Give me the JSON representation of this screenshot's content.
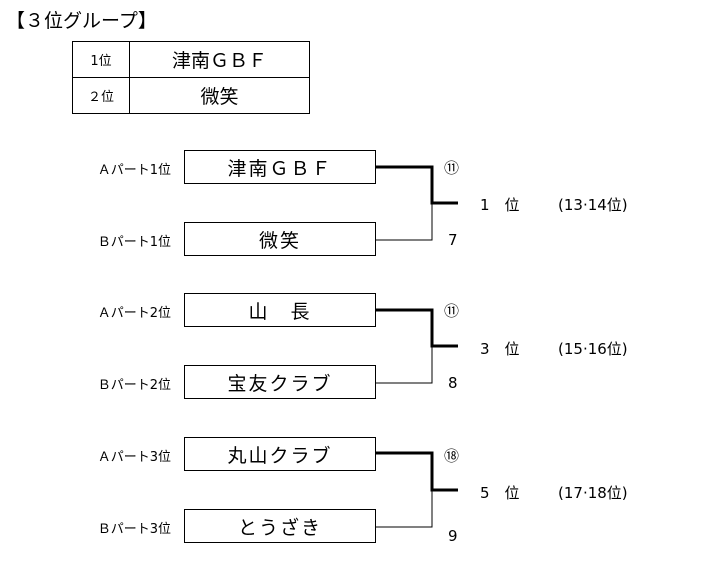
{
  "title": "【３位グループ】",
  "ranking": [
    {
      "position": "1位",
      "team": "津南ＧＢＦ"
    },
    {
      "position": "２位",
      "team": "微笑"
    }
  ],
  "matches": [
    {
      "top": {
        "part": "Ａパート1位",
        "team": "津南ＧＢＦ",
        "score": "⑪"
      },
      "bottom": {
        "part": "Ｂパート1位",
        "team": "微笑",
        "score": "7"
      },
      "result_rank": "1　位",
      "result_range": "(13·14位)"
    },
    {
      "top": {
        "part": "Ａパート2位",
        "team": "山　長",
        "score": "⑪"
      },
      "bottom": {
        "part": "Ｂパート2位",
        "team": "宝友クラブ",
        "score": "8"
      },
      "result_rank": "3　位",
      "result_range": "(15·16位)"
    },
    {
      "top": {
        "part": "Ａパート3位",
        "team": "丸山クラブ",
        "score": "⑱"
      },
      "bottom": {
        "part": "Ｂパート3位",
        "team": "とうざき",
        "score": "9"
      },
      "result_rank": "5　位",
      "result_range": "(17·18位)"
    }
  ]
}
